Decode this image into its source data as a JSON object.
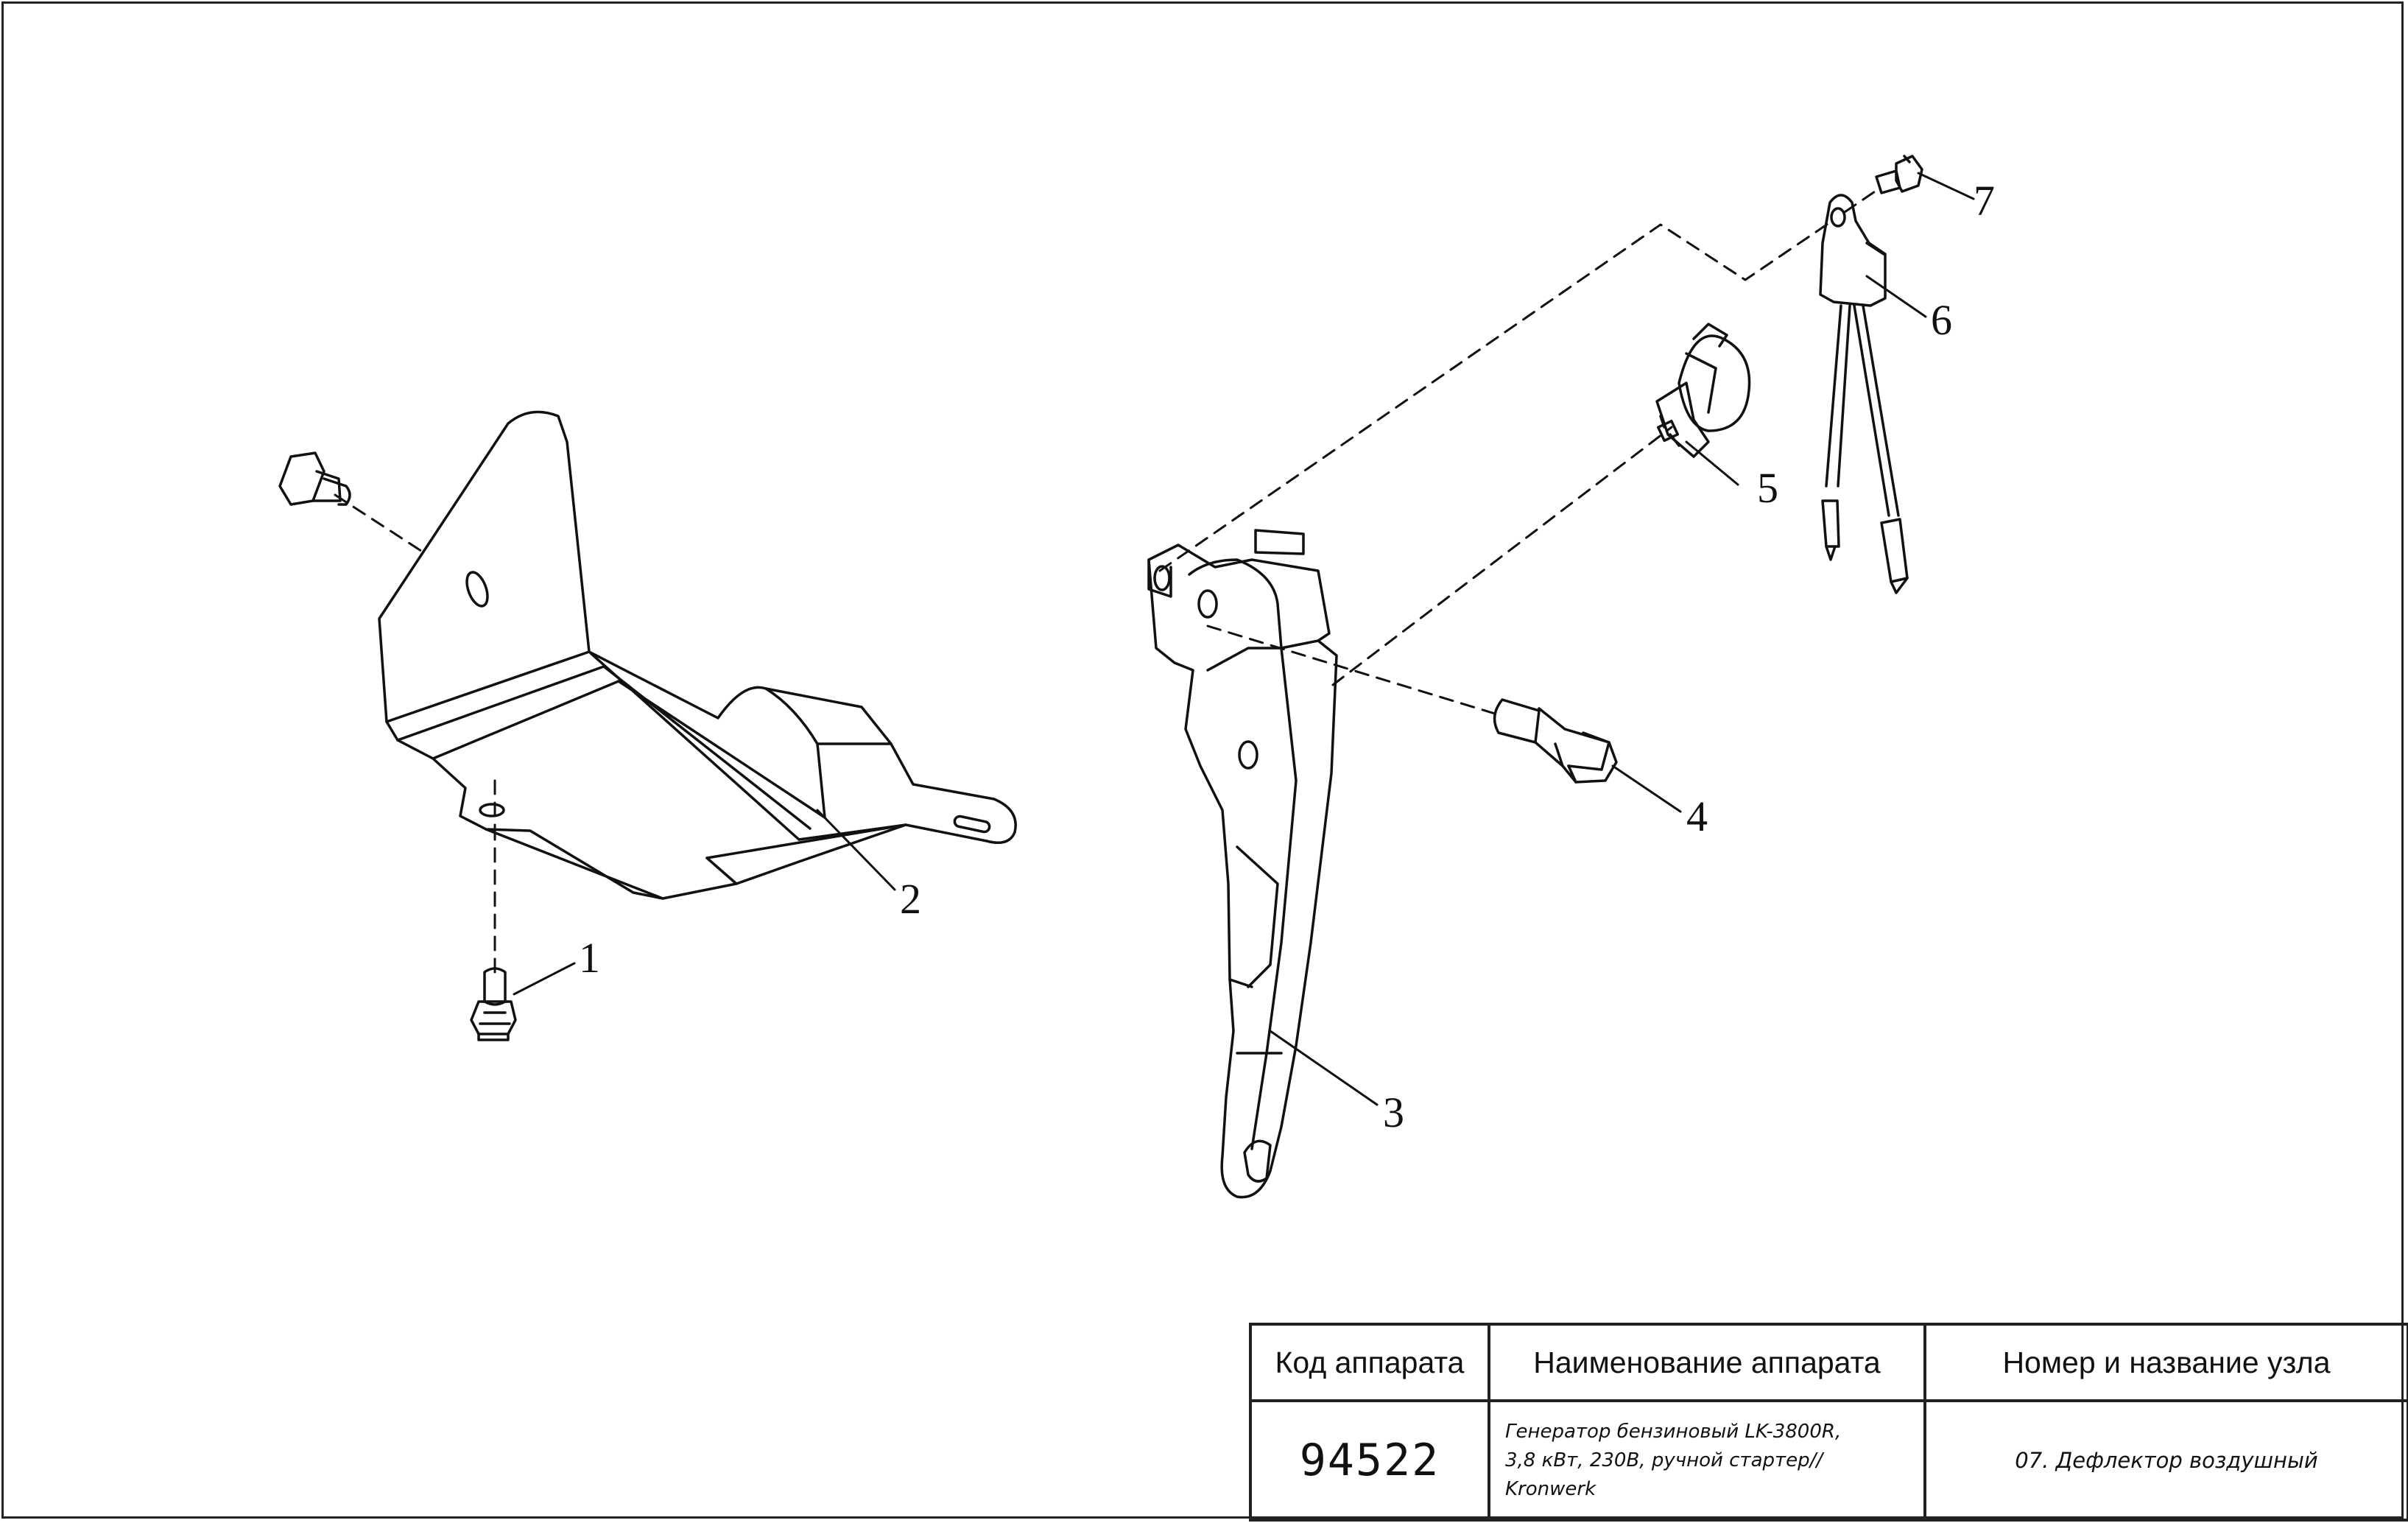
{
  "callouts": [
    "1",
    "2",
    "3",
    "4",
    "5",
    "6",
    "7"
  ],
  "title_block": {
    "headers": {
      "code": "Код аппарата",
      "name": "Наименование аппарата",
      "unit": "Номер и название узла"
    },
    "values": {
      "code": "94522",
      "name_line1": "Генератор бензиновый LK-3800R,",
      "name_line2": "3,8 кВт, 230В, ручной стартер//",
      "name_line3": "Kronwerk",
      "unit": "07. Дефлектор воздушный"
    }
  }
}
